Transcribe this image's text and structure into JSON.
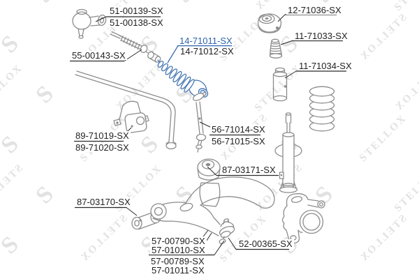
{
  "watermark": {
    "brand": "STELLOX",
    "logo_letter": "S"
  },
  "colors": {
    "highlight_blue": "#2e63ae",
    "part_gray": "#8c8c8c",
    "boot_blue": "#4677b5",
    "line_dark": "#2b2b2b",
    "watermark_gray": "#e2e2e2"
  },
  "labels": {
    "tie_rod_end": {
      "line1": "51-00139-SX",
      "line2": "51-00138-SX"
    },
    "axial_joint": {
      "line1": "55-00143-SX"
    },
    "steering_boot": {
      "line1": "14-71011-SX",
      "line2": "14-71012-SX"
    },
    "strut_mount": {
      "line1": "12-71036-SX"
    },
    "bump_stop": {
      "line1": "11-71033-SX"
    },
    "dust_cover": {
      "line1": "11-71034-SX"
    },
    "stabilizer_bushing": {
      "line1": "89-71019-SX",
      "line2": "89-71020-SX"
    },
    "stabilizer_link": {
      "line1": "56-71014-SX",
      "line2": "56-71015-SX"
    },
    "arm_bushing_front": {
      "line1": "87-03171-SX"
    },
    "arm_bushing_rear": {
      "line1": "87-03170-SX"
    },
    "control_arm": {
      "line1": "57-00790-SX",
      "line2": "57-01010-SX",
      "line3": "57-00789-SX",
      "line4": "57-01011-SX"
    },
    "ball_joint": {
      "line1": "52-00365-SX"
    }
  }
}
